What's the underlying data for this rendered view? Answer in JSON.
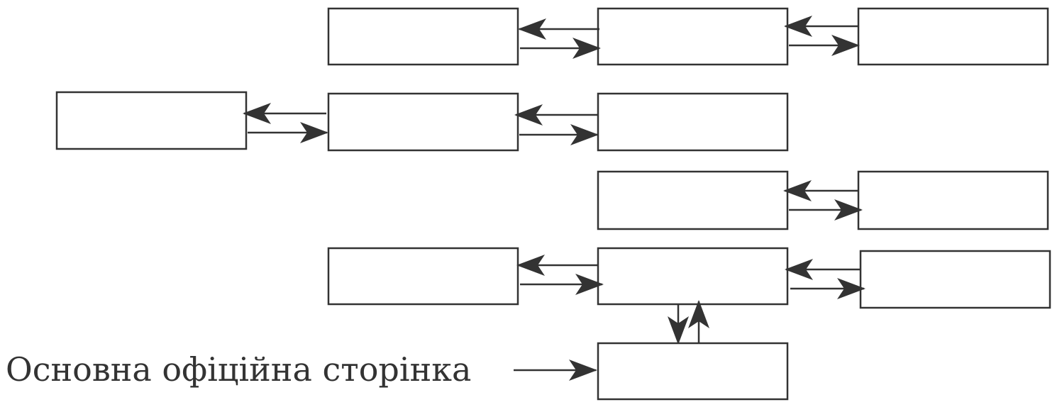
{
  "diagram": {
    "entry_label": "Основна офіційна сторінка",
    "colors": {
      "stroke": "#333333",
      "text": "#333333",
      "background": "#ffffff"
    },
    "nodes": [
      {
        "id": "r1c2",
        "label": ""
      },
      {
        "id": "r1c3",
        "label": ""
      },
      {
        "id": "r1c4",
        "label": ""
      },
      {
        "id": "r2c1",
        "label": ""
      },
      {
        "id": "r2c2",
        "label": ""
      },
      {
        "id": "r2c3",
        "label": ""
      },
      {
        "id": "r3c3",
        "label": ""
      },
      {
        "id": "r3c4",
        "label": ""
      },
      {
        "id": "r4c2",
        "label": ""
      },
      {
        "id": "r4c3",
        "label": ""
      },
      {
        "id": "r4c4",
        "label": ""
      },
      {
        "id": "main-page",
        "label": ""
      }
    ],
    "links": [
      {
        "from": "r1c2",
        "to": "r1c3"
      },
      {
        "from": "r1c3",
        "to": "r1c4"
      },
      {
        "from": "r2c1",
        "to": "r2c2"
      },
      {
        "from": "r2c2",
        "to": "r2c3"
      },
      {
        "from": "r3c3",
        "to": "r3c4"
      },
      {
        "from": "r4c2",
        "to": "r4c3"
      },
      {
        "from": "r4c3",
        "to": "r4c4"
      },
      {
        "from": "r4c3",
        "to": "main-page"
      }
    ],
    "entry_target": "main-page"
  }
}
